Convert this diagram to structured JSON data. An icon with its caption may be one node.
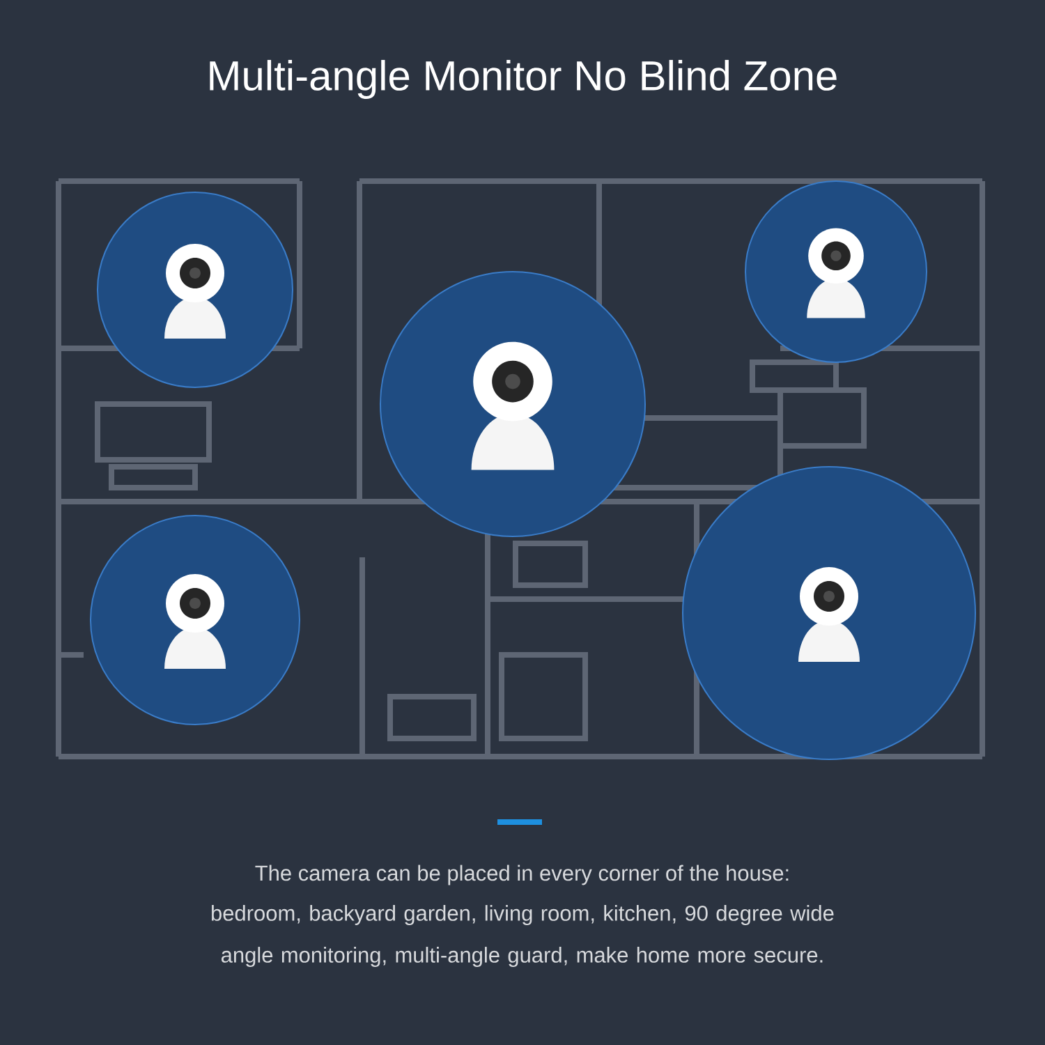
{
  "diagram": {
    "title": "Multi-angle Monitor No Blind Zone",
    "labels": [
      "The camera can be placed in every corner of the house:",
      "bedroom, backyard garden, living room, kitchen, 90 degree wide angle monitoring, multi-angle guard, make home more secure."
    ]
  }
}
